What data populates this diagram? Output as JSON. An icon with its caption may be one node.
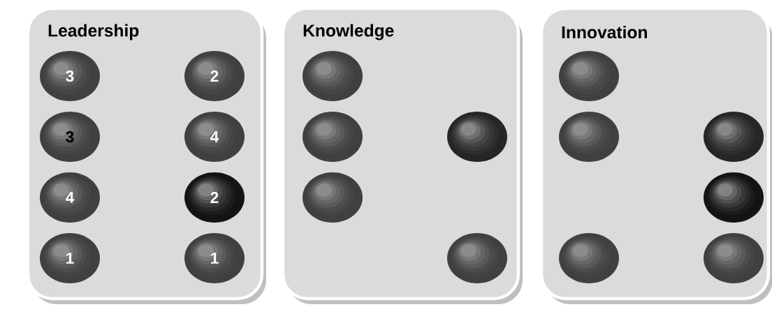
{
  "diagram": {
    "nodes": [
      {
        "text": [
          "Leadership"
        ]
      },
      {
        "text": [
          "3"
        ],
        "in": 0
      },
      {
        "text": [
          "2"
        ],
        "in": 0
      },
      {
        "text": [
          "3"
        ],
        "in": 0
      },
      {
        "text": [
          "4"
        ],
        "in": 0
      },
      {
        "text": [
          "4"
        ],
        "in": 0
      },
      {
        "text": [
          "2"
        ],
        "in": 0
      },
      {
        "text": [
          "1"
        ],
        "in": 0
      },
      {
        "text": [
          "1"
        ],
        "in": 0
      },
      {
        "text": [
          "Knowledge"
        ]
      },
      {
        "text": [],
        "shape": "circle",
        "in": 9
      },
      {
        "text": [],
        "shape": "circle",
        "in": 9
      },
      {
        "text": [],
        "shape": "circle",
        "in": 9
      },
      {
        "text": [],
        "shape": "circle",
        "in": 9
      },
      {
        "text": [],
        "shape": "circle",
        "in": 9
      },
      {
        "text": [
          "Innovation"
        ]
      },
      {
        "text": [],
        "shape": "circle",
        "in": 15
      },
      {
        "text": [],
        "shape": "circle",
        "in": 15
      },
      {
        "text": [],
        "shape": "circle",
        "in": 15
      },
      {
        "text": [],
        "shape": "circle",
        "in": 15
      },
      {
        "text": [],
        "shape": "circle",
        "in": 15
      },
      {
        "text": [],
        "shape": "circle",
        "in": 15
      }
    ]
  }
}
